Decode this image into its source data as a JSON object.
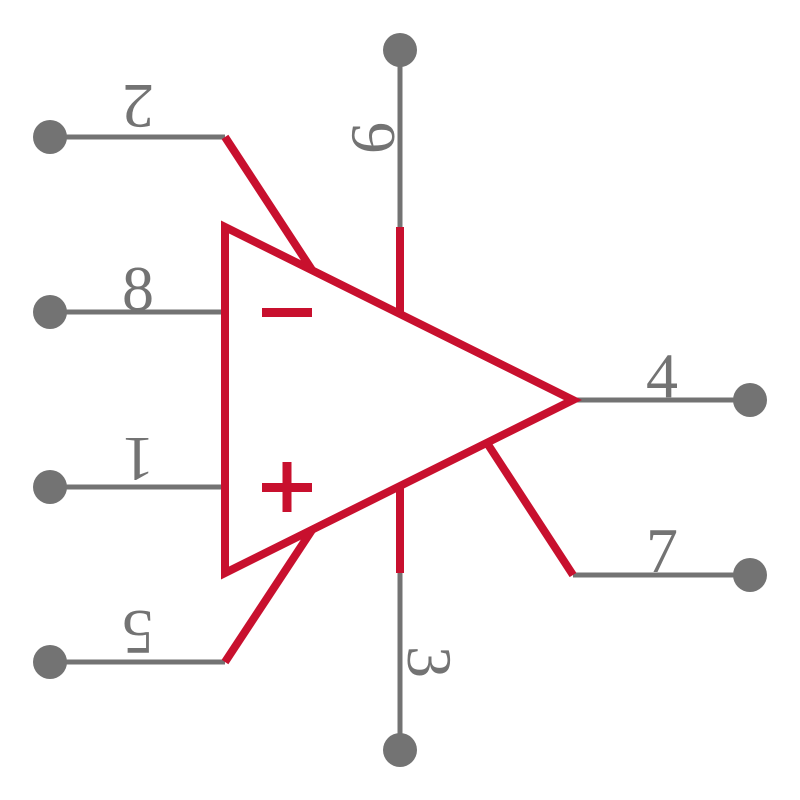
{
  "colors": {
    "body": "#c8102e",
    "pin": "#737373",
    "background": "#ffffff"
  },
  "symbol": {
    "inverting_sign": "−",
    "noninverting_sign": "+"
  },
  "pins": {
    "p2": "2",
    "p8": "8",
    "p1": "1",
    "p5": "5",
    "p6": "6",
    "p3": "3",
    "p4": "4",
    "p7": "7"
  }
}
